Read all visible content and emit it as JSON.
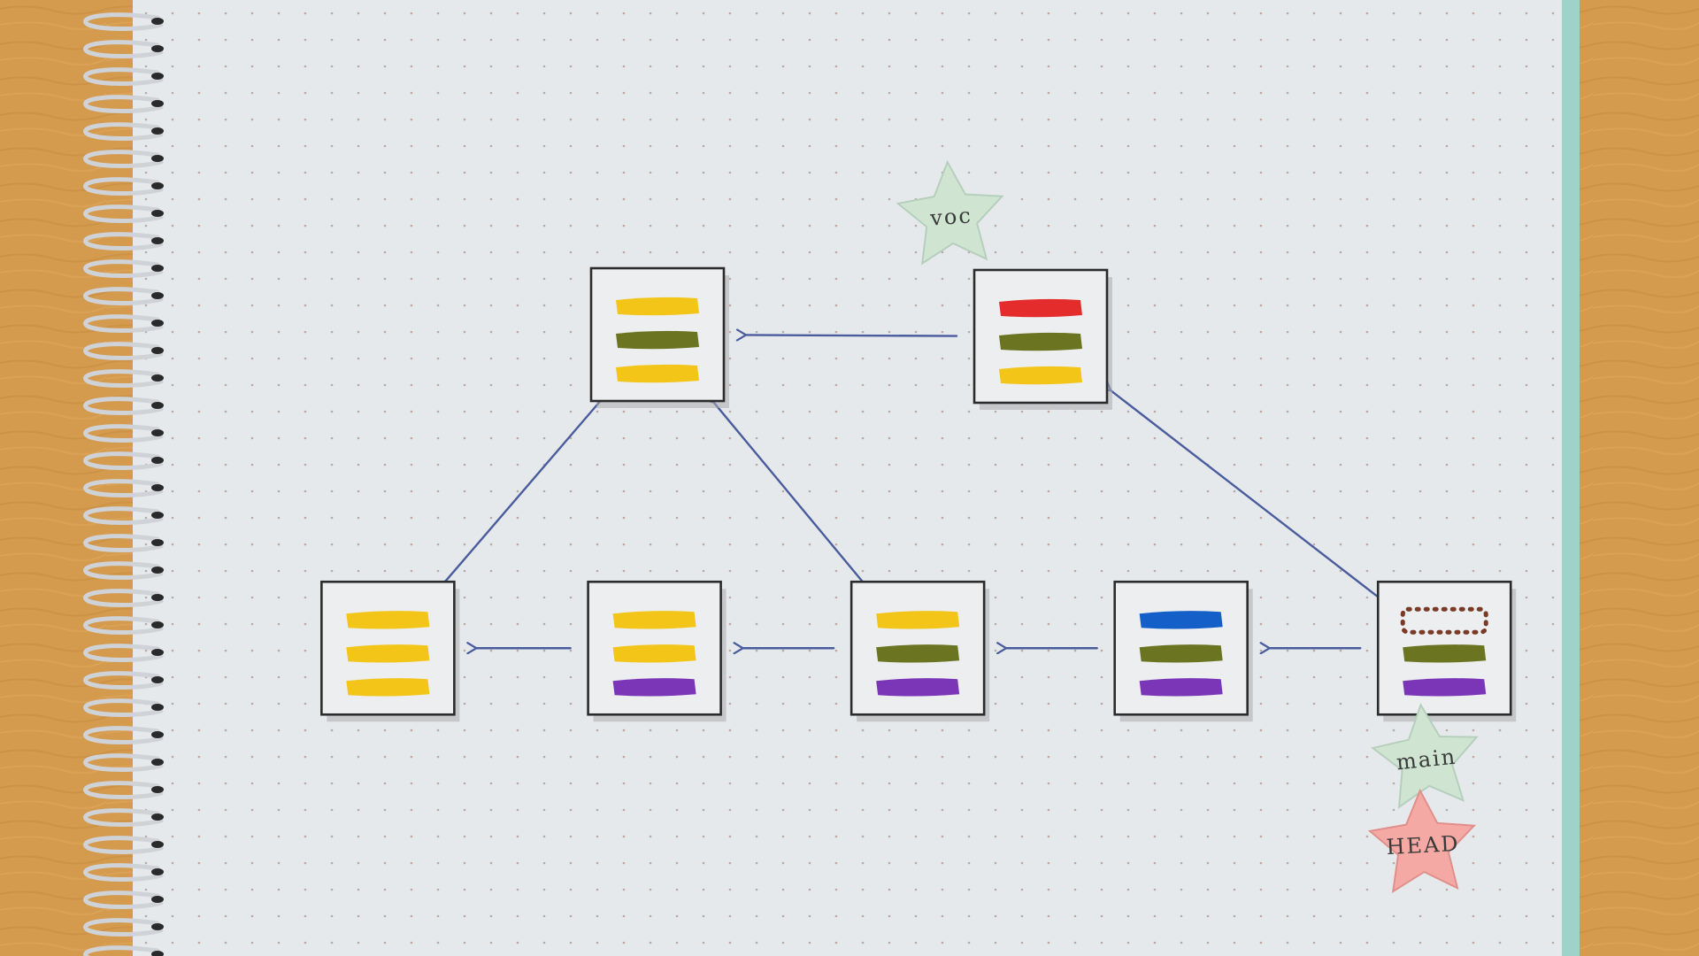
{
  "diagram": {
    "commits": [
      {
        "id": "c1",
        "bars": [
          {
            "color": "#f2c518"
          },
          {
            "color": "#f2c518"
          },
          {
            "color": "#f2c518"
          }
        ]
      },
      {
        "id": "c2",
        "bars": [
          {
            "color": "#f2c518"
          },
          {
            "color": "#f2c518"
          },
          {
            "color": "#7b36b8"
          }
        ]
      },
      {
        "id": "c3",
        "bars": [
          {
            "color": "#f2c518"
          },
          {
            "color": "#6b7420"
          },
          {
            "color": "#7b36b8"
          }
        ]
      },
      {
        "id": "c4",
        "bars": [
          {
            "color": "#1560c8"
          },
          {
            "color": "#6b7420"
          },
          {
            "color": "#7b36b8"
          }
        ]
      },
      {
        "id": "c5",
        "bars": [
          {
            "color": "#7a3a26",
            "style": "dotted"
          },
          {
            "color": "#6b7420"
          },
          {
            "color": "#7b36b8"
          }
        ]
      },
      {
        "id": "c6",
        "bars": [
          {
            "color": "#f2c518"
          },
          {
            "color": "#6b7420"
          },
          {
            "color": "#f2c518"
          }
        ]
      },
      {
        "id": "c7",
        "bars": [
          {
            "color": "#e52c2c"
          },
          {
            "color": "#6b7420"
          },
          {
            "color": "#f2c518"
          }
        ]
      }
    ],
    "edges": [
      {
        "from": "c2",
        "to": "c1"
      },
      {
        "from": "c3",
        "to": "c2"
      },
      {
        "from": "c4",
        "to": "c3"
      },
      {
        "from": "c5",
        "to": "c4"
      },
      {
        "from": "c6",
        "to": "c1"
      },
      {
        "from": "c3",
        "to": "c6"
      },
      {
        "from": "c7",
        "to": "c6"
      },
      {
        "from": "c5",
        "to": "c7"
      }
    ],
    "labels": {
      "voc": "voc",
      "main": "main",
      "head": "HEAD"
    }
  },
  "colors": {
    "star_green": "#cfe5d2",
    "star_pink": "#f4a9a4",
    "arrow": "#4a5c9c",
    "paper": "#e6e9ec",
    "paper_edge": "#9fd3c9",
    "wood": "#d49a4e"
  }
}
